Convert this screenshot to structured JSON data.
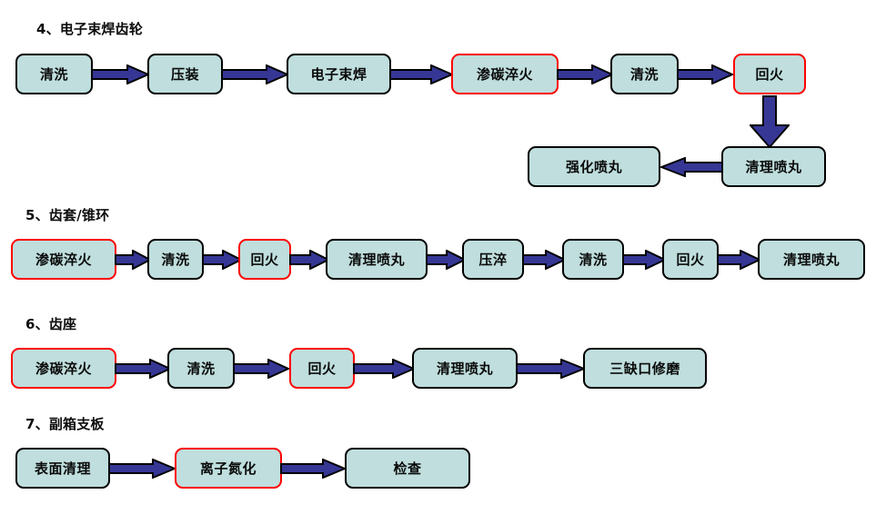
{
  "palette": {
    "box_fill": "#bfdedd",
    "box_border": "#000000",
    "highlight_border": "#fe0000",
    "arrow_fill": "#363795",
    "arrow_outline": "#000000",
    "text": "#0a0a0a",
    "background": "#ffffff"
  },
  "sections": [
    {
      "id": "section-4",
      "title": "4、电子束焊齿轮",
      "rows": [
        {
          "id": "row-4-main",
          "nodes": [
            {
              "label": "清洗",
              "highlight": false
            },
            {
              "label": "压装",
              "highlight": false
            },
            {
              "label": "电子束焊",
              "highlight": false
            },
            {
              "label": "渗碳淬火",
              "highlight": true
            },
            {
              "label": "清洗",
              "highlight": false
            },
            {
              "label": "回火",
              "highlight": true
            }
          ]
        },
        {
          "id": "row-4-second",
          "nodes": [
            {
              "label": "强化喷丸",
              "highlight": false
            },
            {
              "label": "清理喷丸",
              "highlight": false
            }
          ]
        }
      ]
    },
    {
      "id": "section-5",
      "title": "5、齿套/锥环",
      "rows": [
        {
          "id": "row-5-main",
          "nodes": [
            {
              "label": "渗碳淬火",
              "highlight": true
            },
            {
              "label": "清洗",
              "highlight": false
            },
            {
              "label": "回火",
              "highlight": true
            },
            {
              "label": "清理喷丸",
              "highlight": false
            },
            {
              "label": "压淬",
              "highlight": false
            },
            {
              "label": "清洗",
              "highlight": false
            },
            {
              "label": "回火",
              "highlight": false
            },
            {
              "label": "清理喷丸",
              "highlight": false
            }
          ]
        }
      ]
    },
    {
      "id": "section-6",
      "title": "6、齿座",
      "rows": [
        {
          "id": "row-6-main",
          "nodes": [
            {
              "label": "渗碳淬火",
              "highlight": true
            },
            {
              "label": "清洗",
              "highlight": false
            },
            {
              "label": "回火",
              "highlight": true
            },
            {
              "label": "清理喷丸",
              "highlight": false
            },
            {
              "label": "三缺口修磨",
              "highlight": false
            }
          ]
        }
      ]
    },
    {
      "id": "section-7",
      "title": "7、副箱支板",
      "rows": [
        {
          "id": "row-7-main",
          "nodes": [
            {
              "label": "表面清理",
              "highlight": false
            },
            {
              "label": "离子氮化",
              "highlight": true
            },
            {
              "label": "检查",
              "highlight": false
            }
          ]
        }
      ]
    }
  ],
  "flow_labels": {
    "s4_1": "清洗",
    "s4_2": "压装",
    "s4_3": "电子束焊",
    "s4_4": "渗碳淬火",
    "s4_5": "清洗",
    "s4_6": "回火",
    "s4_7": "清理喷丸",
    "s4_8": "强化喷丸",
    "s5_1": "渗碳淬火",
    "s5_2": "清洗",
    "s5_3": "回火",
    "s5_4": "清理喷丸",
    "s5_5": "压淬",
    "s5_6": "清洗",
    "s5_7": "回火",
    "s5_8": "清理喷丸",
    "s6_1": "渗碳淬火",
    "s6_2": "清洗",
    "s6_3": "回火",
    "s6_4": "清理喷丸",
    "s6_5": "三缺口修磨",
    "s7_1": "表面清理",
    "s7_2": "离子氮化",
    "s7_3": "检查"
  },
  "titles": {
    "t4": "4、电子束焊齿轮",
    "t5": "5、齿套/锥环",
    "t6": "6、齿座",
    "t7": "7、副箱支板"
  }
}
